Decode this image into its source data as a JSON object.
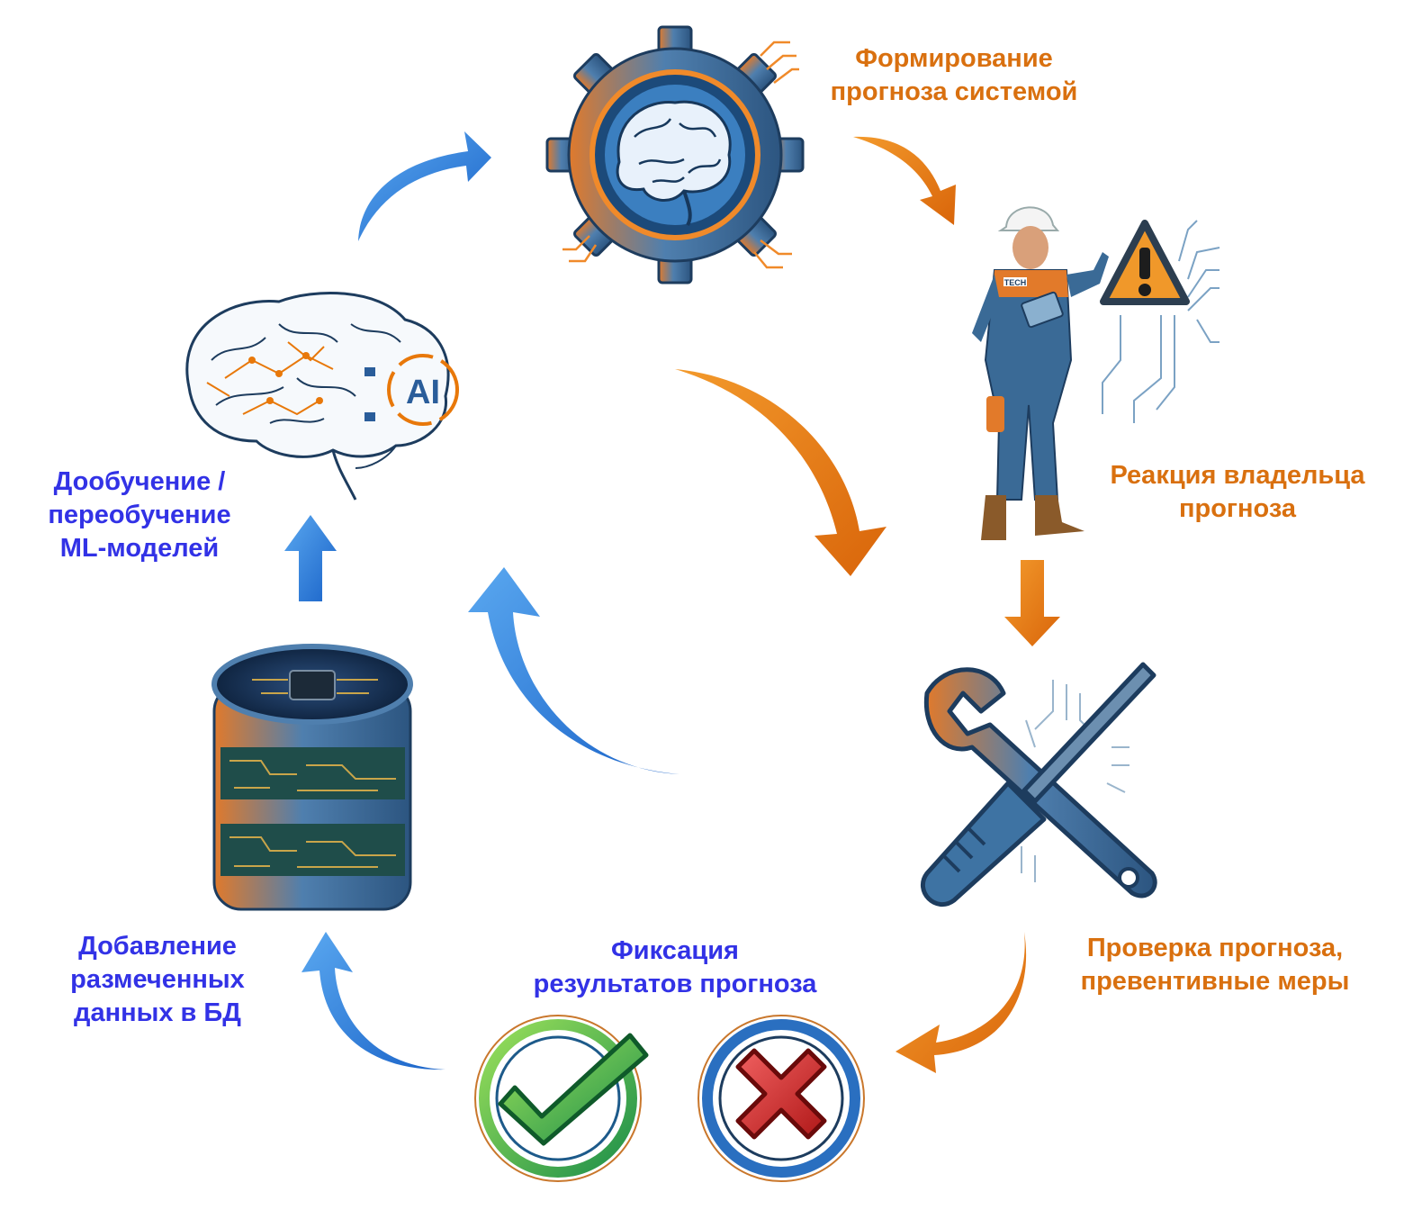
{
  "colors": {
    "orange": "#e8780a",
    "orange_text": "#d9700f",
    "blue": "#1f7ae0",
    "blue_text": "#3232e6",
    "steel": "#3e73a3"
  },
  "steps": [
    {
      "id": "forecast",
      "lines": [
        "Формирование",
        "прогноза системой"
      ],
      "color": "orange",
      "icon": "brain-gear-icon"
    },
    {
      "id": "reaction",
      "lines": [
        "Реакция владельца",
        "прогноза"
      ],
      "color": "orange",
      "icon": "worker-warning-icon"
    },
    {
      "id": "check",
      "lines": [
        "Проверка прогноза,",
        "превентивные меры"
      ],
      "color": "orange",
      "icon": "wrench-screwdriver-icon"
    },
    {
      "id": "record",
      "lines": [
        "Фиксация",
        "результатов прогноза"
      ],
      "color": "blue",
      "icon": "check-cross-icon"
    },
    {
      "id": "add_data",
      "lines": [
        "Добавление",
        "размеченных",
        "данных в БД"
      ],
      "color": "blue",
      "icon": "database-icon"
    },
    {
      "id": "retrain",
      "lines": [
        "Дообучение /",
        "переобучение",
        "ML-моделей"
      ],
      "color": "blue",
      "icon": "ai-brain-icon"
    }
  ],
  "badges": {
    "ai": "AI",
    "tech": "TECH"
  }
}
